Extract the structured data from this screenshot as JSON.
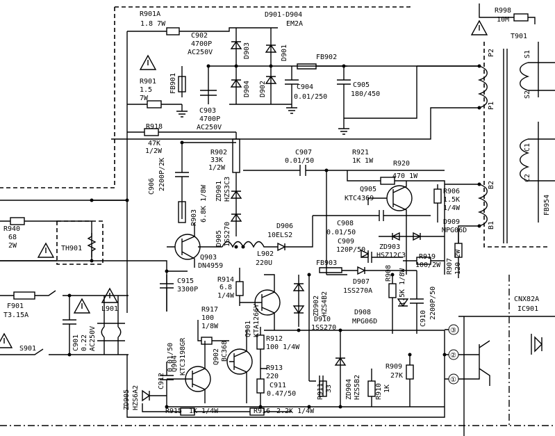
{
  "labels": {
    "r901a": "R901A",
    "r901a_val": "1.8  7W",
    "d901_d904": "D901-D904",
    "em2a": "EM2A",
    "c902": "C902",
    "c902_v1": "4700P",
    "c902_v2": "AC250V",
    "d903": "D903",
    "d901": "D901",
    "fb902": "FB902",
    "r901": "R901",
    "r901_v1": "1.5",
    "r901_v2": "7W",
    "fb901": "FB901",
    "d904": "D904",
    "d902": "D902",
    "c904": "C904",
    "c904_v": "0.01/250",
    "c905": "C905",
    "c905_v": "180/450",
    "c903": "C903",
    "c903_v1": "4700P",
    "c903_v2": "AC250V",
    "r918": "R918",
    "r918_v1": "47K",
    "r918_v2": "1/2W",
    "r902": "R902",
    "r902_v1": "33K",
    "r902_v2": "1/2W",
    "c907": "C907",
    "c907_v": "0.01/50",
    "r921": "R921",
    "r921_v": "1K  1W",
    "r920": "R920",
    "r920_v": "470  1W",
    "c906": "C906",
    "c906_v": "2200P/2K",
    "r903": "R903",
    "r903_v": "6.8K  1/8W",
    "zd901": "ZD901",
    "zd901_v": "HZS3C3",
    "q905": "Q905",
    "q905_v": "KTC4369",
    "r906": "R906",
    "r906_v1": "1.5K",
    "r906_v2": "1/4W",
    "d905": "D905",
    "d905_v": "1SS270",
    "d906": "D906",
    "d906_v": "10ELS2",
    "c908": "C908",
    "c908_v": "0.01/50",
    "d909": "D909",
    "d909_v": "MPG06D",
    "r940": "R940",
    "r940_v1": "68",
    "r940_v2": "2W",
    "th901": "TH901",
    "q903": "Q903",
    "q903_v": "DN4959",
    "l902": "L902",
    "l902_v": "220U",
    "c909": "C909",
    "c909_v": "120P/50",
    "zd903": "ZD903",
    "zd903_v": "HSZ12C3",
    "r919": "R919",
    "r919_v": "100/2W",
    "r907": "R907",
    "r907_v": "120  2W",
    "fb903": "FB903",
    "d907": "D907",
    "d907_v": "1SS270A",
    "r908": "R908",
    "r908_v": "1.5K 1/8W",
    "c915": "C915",
    "c915_v": "3300P",
    "r914": "R914",
    "r914_v1": "6.8",
    "r914_v2": "1/4W",
    "zd902": "ZD902",
    "zd902_v": "HZS4B2",
    "d910": "D910",
    "d910_v": "1SS270",
    "d908": "D908",
    "d908_v": "MPG06D",
    "c910": "C910",
    "c910_v": "2200P/50",
    "cnx": "CNX82A",
    "ic901": "IC901",
    "f901": "F901",
    "f901_v": "T3.15A",
    "l901": "L901",
    "r917": "R917",
    "r917_v1": "100",
    "r917_v2": "1/8W",
    "q901": "Q901",
    "q901_v": "KTA1266Y",
    "c901": "C901",
    "c901_v1": "0.22",
    "c901_v2": "AC250V",
    "s901": "S901",
    "q904": "Q904",
    "q904_v": "KTC3198GR",
    "q902": "Q902",
    "q902_v": "BC368",
    "r912": "R912",
    "r912_v": "100 1/4W",
    "c912": "C912",
    "c912_v": "0.01/50",
    "r913": "R913",
    "r913_v": "220",
    "zd904": "ZD904",
    "zd904_v": "HZS5B2",
    "r911": "R911",
    "r911_v": "33",
    "r910": "R910",
    "r910_v": "1K",
    "r909": "R909",
    "r909_v": "27K",
    "c911": "C911",
    "c911_v": "0.47/50",
    "zd905": "ZD905",
    "zd905_v": "HZS6A2",
    "r915": "R915",
    "r915_v": "1K  1/4W",
    "r916": "R916",
    "r916_v": "2.2K 1/4W",
    "r998": "R998",
    "r998_v": "10M",
    "t901": "T901",
    "pin_p2": "P2",
    "pin_p1": "P1",
    "pin_s1": "S1",
    "pin_s2": "S2",
    "pin_b1": "B1",
    "pin_b2": "B2",
    "pin_c1": "C1",
    "pin_c2": "C2",
    "fb954": "FB954",
    "ic_pin1": "①",
    "ic_pin2": "②",
    "ic_pin3": "③"
  }
}
